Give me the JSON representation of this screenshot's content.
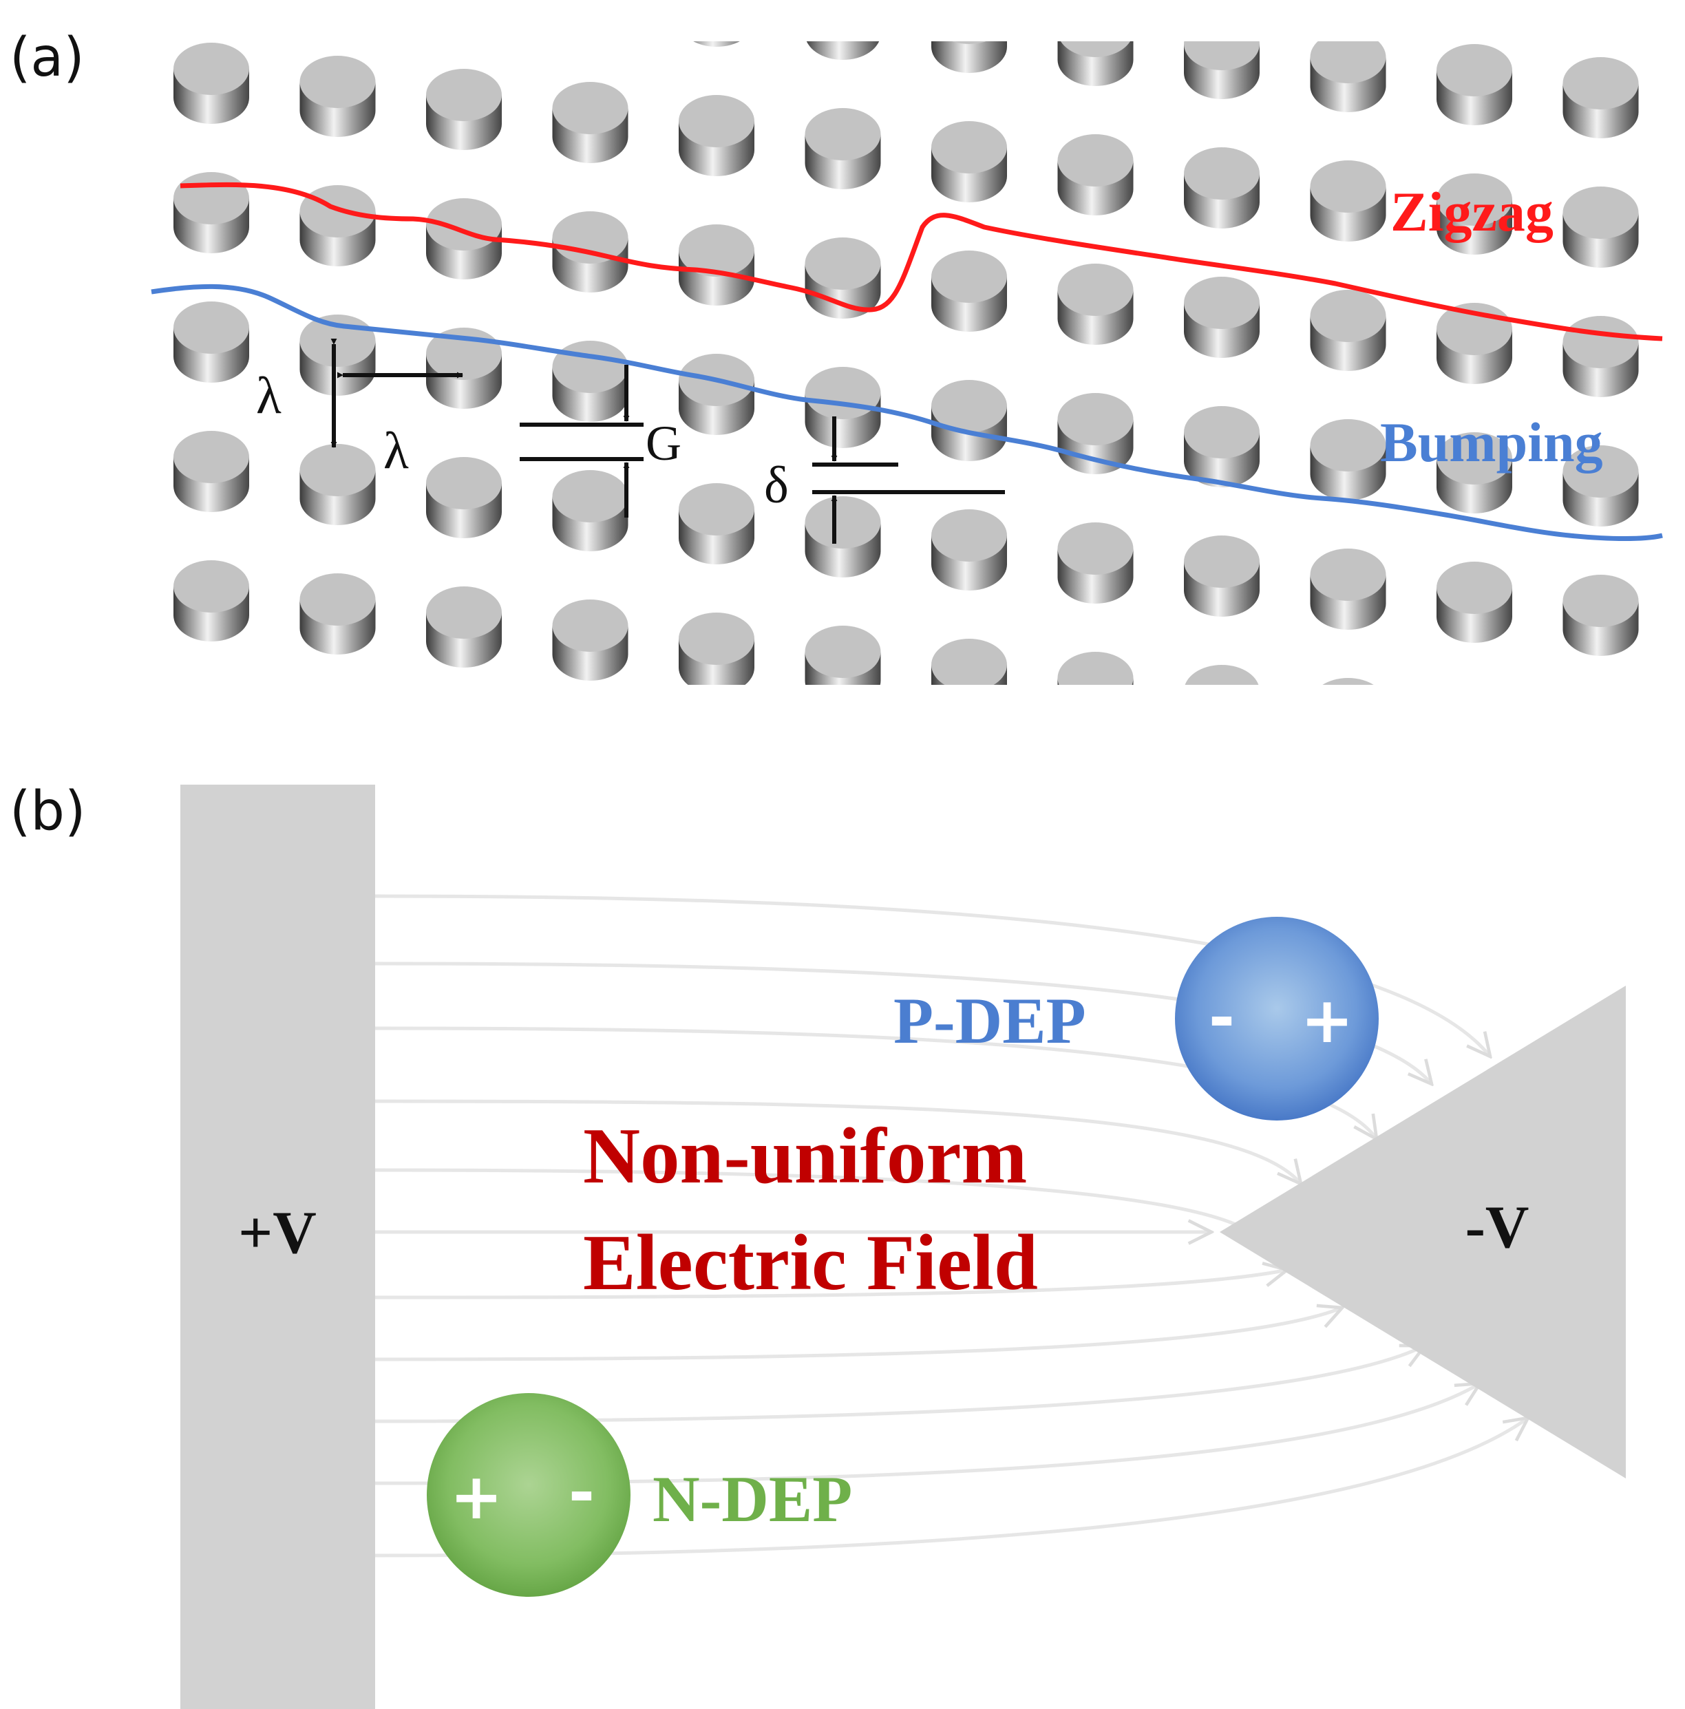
{
  "panel_a": {
    "label": "(a)",
    "zigzag_label": "Zigzag",
    "bumping_label": "Bumping",
    "lambda_vertical": "λ",
    "lambda_horizontal": "λ",
    "gap_label": "G",
    "delta_label": "δ",
    "colors": {
      "zigzag": "#ff1a1a",
      "bumping": "#4a7fd4",
      "pillar_top": "#c3c3c3"
    }
  },
  "panel_b": {
    "label": "(b)",
    "positive_electrode": "+V",
    "negative_electrode": "-V",
    "field_label_line1": "Non-uniform",
    "field_label_line2": "Electric Field",
    "p_dep_label": "P-DEP",
    "p_dep_left_sign": "-",
    "p_dep_right_sign": "+",
    "n_dep_label": "N-DEP",
    "n_dep_left_sign": "+",
    "n_dep_right_sign": "-",
    "colors": {
      "electrode": "#d2d2d2",
      "field": "#c00000",
      "p_dep": "#4b7ed0",
      "n_dep": "#6fb04a",
      "field_lines": "#e6e6e6"
    }
  }
}
